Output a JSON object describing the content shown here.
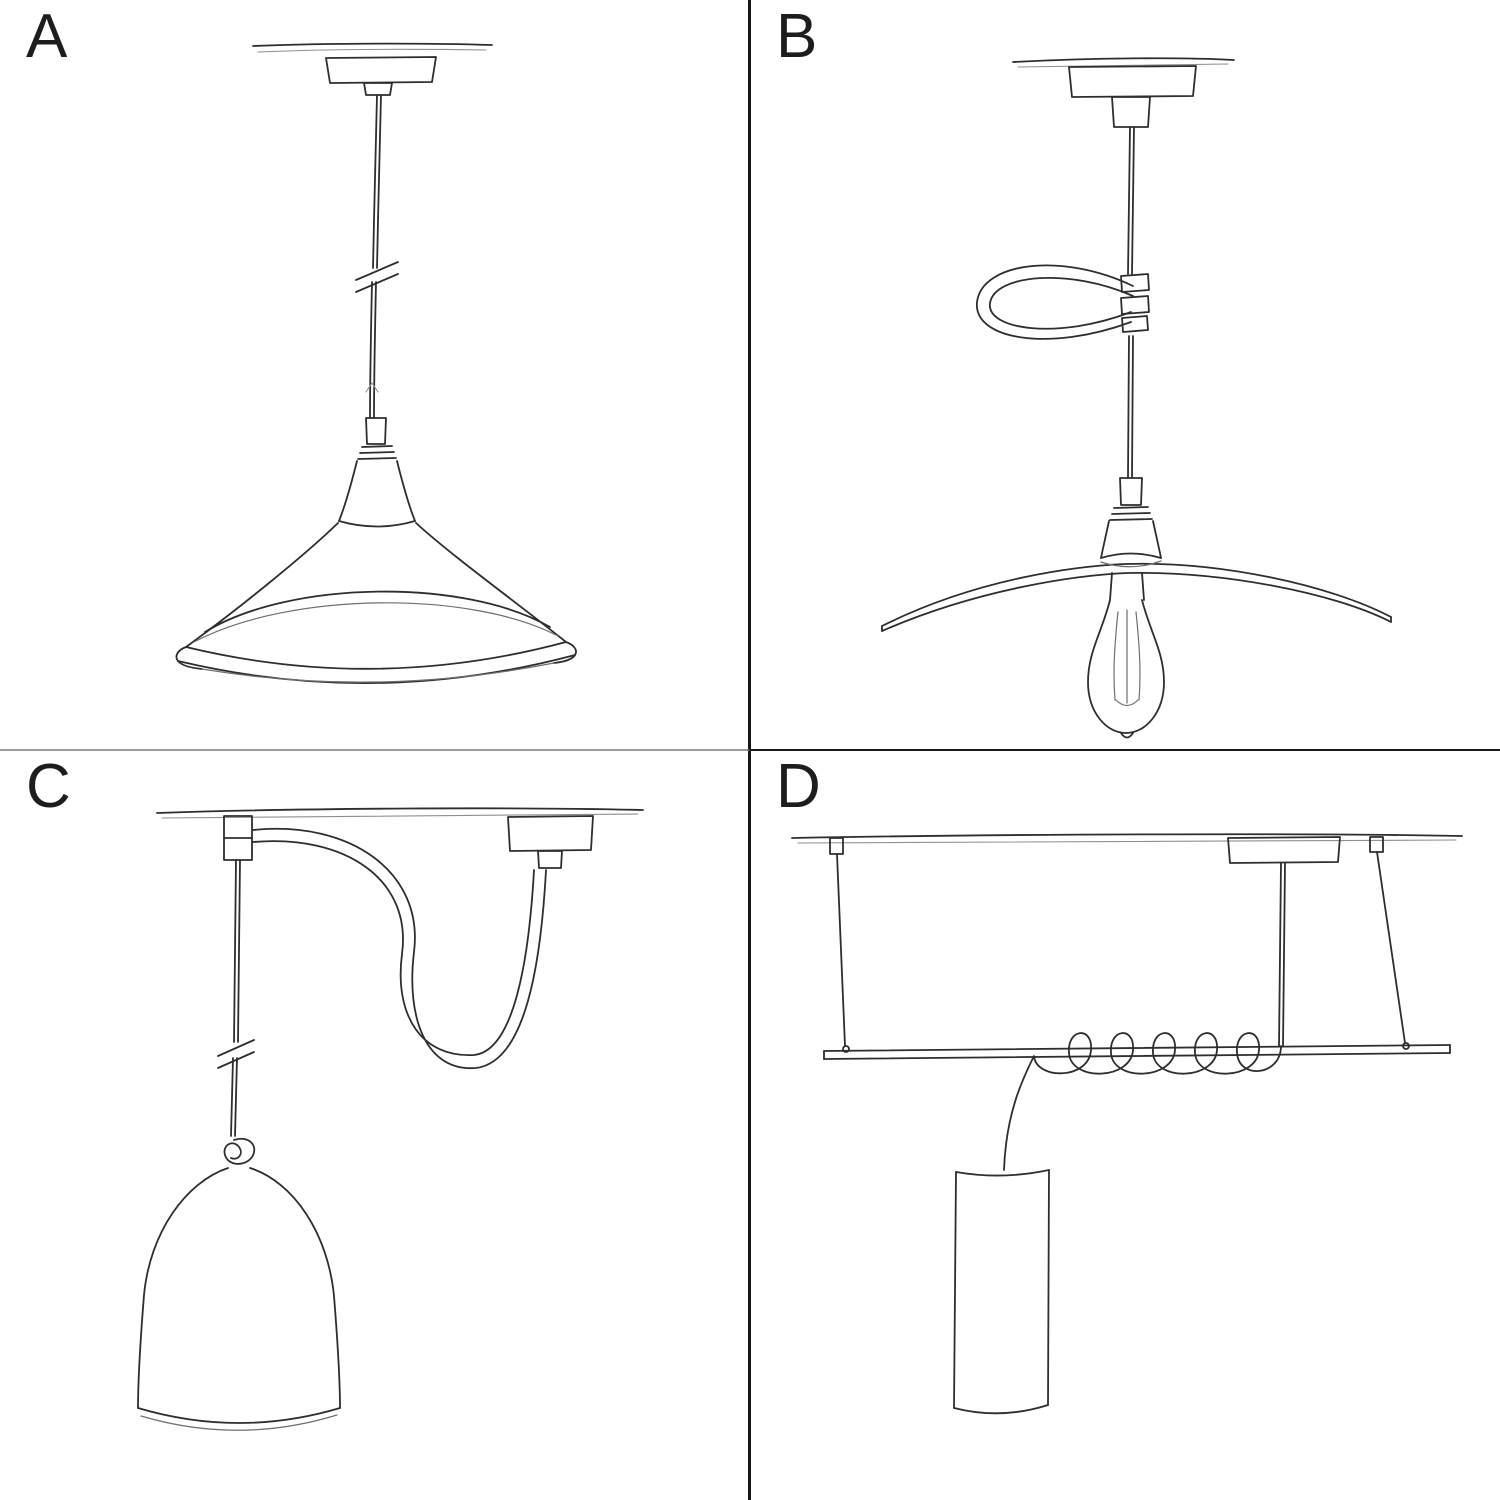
{
  "page": {
    "background": "#ffffff",
    "ink_color": "#2e2e2e",
    "divider_color": "#1a1a1a"
  },
  "panels": [
    {
      "label": "A",
      "alt": "pendant-cable-with-deep-industrial-bowl-shade-sketch"
    },
    {
      "label": "B",
      "alt": "pendant-cable-with-loop-accessory-flat-plate-shade-and-exposed-bulb-sketch"
    },
    {
      "label": "C",
      "alt": "swag-pendant-with-ceiling-hook-knot-and-bell-shade-sketch"
    },
    {
      "label": "D",
      "alt": "suspended-bar-with-coiled-cable-and-cylinder-tube-shade-sketch"
    }
  ]
}
